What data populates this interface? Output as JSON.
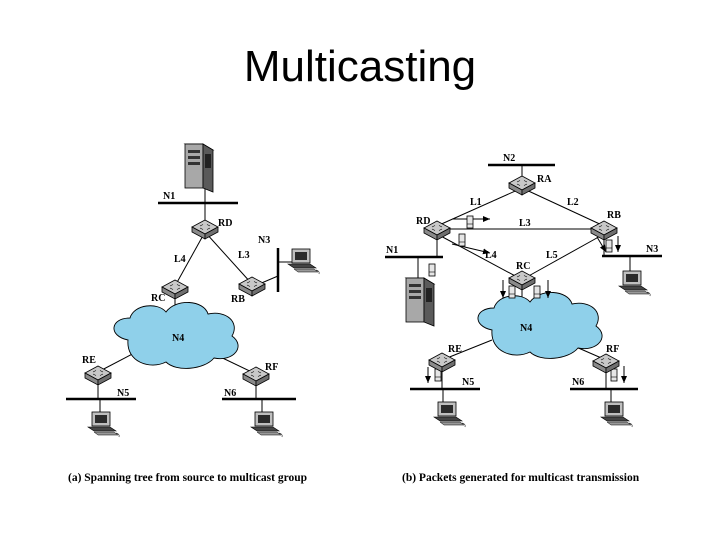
{
  "title": "Multicasting",
  "diagram_a": {
    "caption": "(a) Spanning tree from source to multicast group",
    "labels": {
      "n1": "N1",
      "rd": "RD",
      "n3": "N3",
      "l4": "L4",
      "l3": "L3",
      "rc": "RC",
      "rb": "RB",
      "n4": "N4",
      "re": "RE",
      "rf": "RF",
      "n5": "N5",
      "n6": "N6"
    }
  },
  "diagram_b": {
    "caption": "(b) Packets generated for multicast transmission",
    "labels": {
      "n2": "N2",
      "ra": "RA",
      "l1": "L1",
      "l2": "L2",
      "rd": "RD",
      "l3": "L3",
      "rb": "RB",
      "n1": "N1",
      "l4": "L4",
      "l5": "L5",
      "n3": "N3",
      "rc": "RC",
      "n4": "N4",
      "re": "RE",
      "rf": "RF",
      "n5": "N5",
      "n6": "N6"
    }
  },
  "colors": {
    "cloud": "#8fd0ea",
    "router": "#9a9a9a",
    "line": "#000000"
  }
}
